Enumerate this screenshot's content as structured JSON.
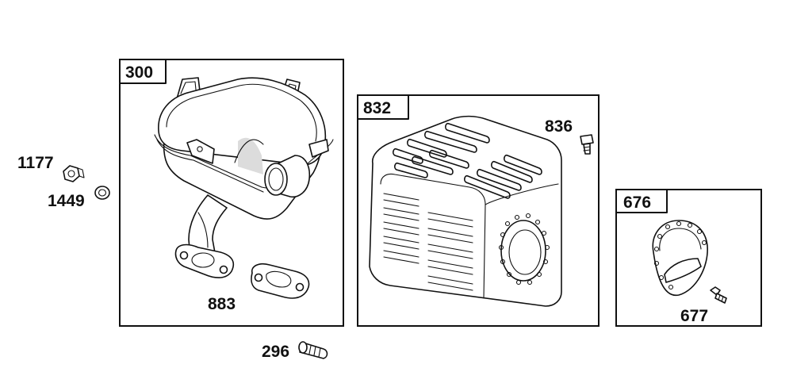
{
  "diagram": {
    "groups": [
      {
        "id": "muffler-assembly",
        "label": "300"
      },
      {
        "id": "muffler-guard",
        "label": "832"
      },
      {
        "id": "spark-arrestor-cover",
        "label": "676"
      }
    ],
    "parts": [
      {
        "id": "nut",
        "label": "1177"
      },
      {
        "id": "washer",
        "label": "1449"
      },
      {
        "id": "exhaust-gasket",
        "label": "883"
      },
      {
        "id": "stud",
        "label": "296"
      },
      {
        "id": "guard-screw",
        "label": "836"
      },
      {
        "id": "cover-screw",
        "label": "677"
      }
    ]
  }
}
